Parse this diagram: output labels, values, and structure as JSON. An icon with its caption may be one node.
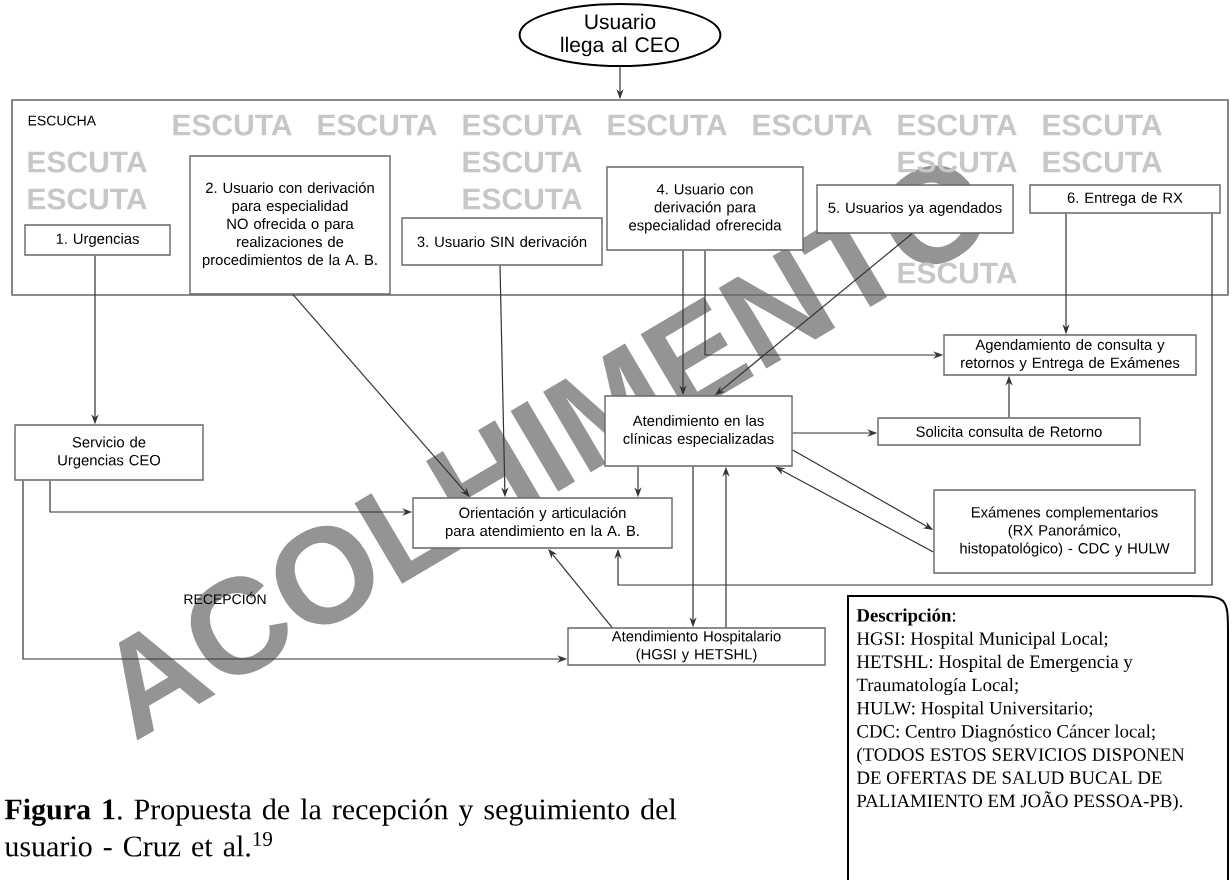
{
  "diagram": {
    "caption": "**Figura 1**. Propuesta de la recepción y seguimiento del usuario - Cruz et al.$^{19}$",
    "nodes": [
      {
        "text": [
          "Usuario llega al CEO"
        ]
      },
      {
        "text": [
          "ESCUCHA"
        ]
      },
      {
        "text": [
          "1. Urgencias"
        ],
        "in": 1
      },
      {
        "text": [
          "2. Usuario con derivación para especialidad NO ofrecida o para realizaciones de procedimientos de la A. B."
        ],
        "in": 1
      },
      {
        "text": [
          "3. Usuario SIN derivación"
        ],
        "in": 1
      },
      {
        "text": [
          "4. Usuario con derivación para especialidad ofrerecida"
        ],
        "in": 1
      },
      {
        "text": [
          "5. Usuarios ya agendados"
        ],
        "in": 1
      },
      {
        "text": [
          "6. Entrega de RX"
        ],
        "in": 1
      },
      {
        "text": [
          "Agendamiento de consulta y retornos y Entrega de Exámenes"
        ]
      },
      {
        "text": [
          "Atendimiento en las clínicas especializadas"
        ]
      },
      {
        "text": [
          "Solicita consulta de Retorno"
        ]
      },
      {
        "text": [
          "Servicio de Urgencias CEO"
        ]
      },
      {
        "text": [
          "Orientación y articulación para atendimiento en la A. B."
        ]
      },
      {
        "text": [
          "Exámenes complementarios (RX Panorámico, histopatológico) - CDC y HULW"
        ]
      },
      {
        "text": [
          "Atendimiento Hospitalario (HGSI y HETSHL)"
        ]
      },
      {
        "text": [
          "**Descripción**:",
          "HGSI: Hospital Municipal Local;",
          "HETSHL: Hospital de Emergencia y Traumatología Local;",
          "HULW: Hospital Universitario;",
          "CDC: Centro Diagnóstico Cáncer local;",
          "(TODOS ESTOS SERVICIOS DISPONEN DE OFERTAS DE SALUD BUCAL DE PALIAMIENTO EM JOÃO PESSOA-PB)."
        ]
      }
    ],
    "edges": [
      {
        "from": 0,
        "to": 1,
        "arrow": "to"
      },
      {
        "from": 2,
        "to": 11,
        "arrow": "to"
      },
      {
        "from": 3,
        "to": 12,
        "arrow": "to"
      },
      {
        "from": 4,
        "to": 12,
        "arrow": "to"
      },
      {
        "from": 5,
        "to": 9,
        "arrow": "to"
      },
      {
        "from": 5,
        "to": 8,
        "arrow": "to"
      },
      {
        "from": 6,
        "to": 9,
        "arrow": "to"
      },
      {
        "from": 7,
        "to": 8,
        "arrow": "to"
      },
      {
        "from": 7,
        "to": 12,
        "arrow": "to"
      },
      {
        "from": 9,
        "to": 10,
        "arrow": "to"
      },
      {
        "from": 10,
        "to": 8,
        "arrow": "to"
      },
      {
        "from": 9,
        "to": 12,
        "arrow": "to"
      },
      {
        "from": 9,
        "to": 13,
        "arrow": "to"
      },
      {
        "from": 13,
        "to": 9,
        "arrow": "to"
      },
      {
        "from": 9,
        "to": 14,
        "arrow": "to"
      },
      {
        "from": 14,
        "to": 9,
        "arrow": "to"
      },
      {
        "from": 14,
        "to": 12,
        "arrow": "to"
      },
      {
        "from": 11,
        "to": 12,
        "arrow": "to"
      },
      {
        "from": 11,
        "to": 14,
        "arrow": "to"
      }
    ],
    "labels": [
      "ESCUTA",
      "ESCUTA",
      "ESCUTA",
      "ESCUTA",
      "ESCUTA",
      "ESCUTA",
      "ESCUTA",
      "ESCUTA",
      "ESCUTA",
      "ESCUTA",
      "ESCUTA",
      "ESCUTA",
      "ESCUTA",
      "ESCUTA",
      "ACOLHIMENTO",
      "RECEPCIÓN"
    ]
  }
}
